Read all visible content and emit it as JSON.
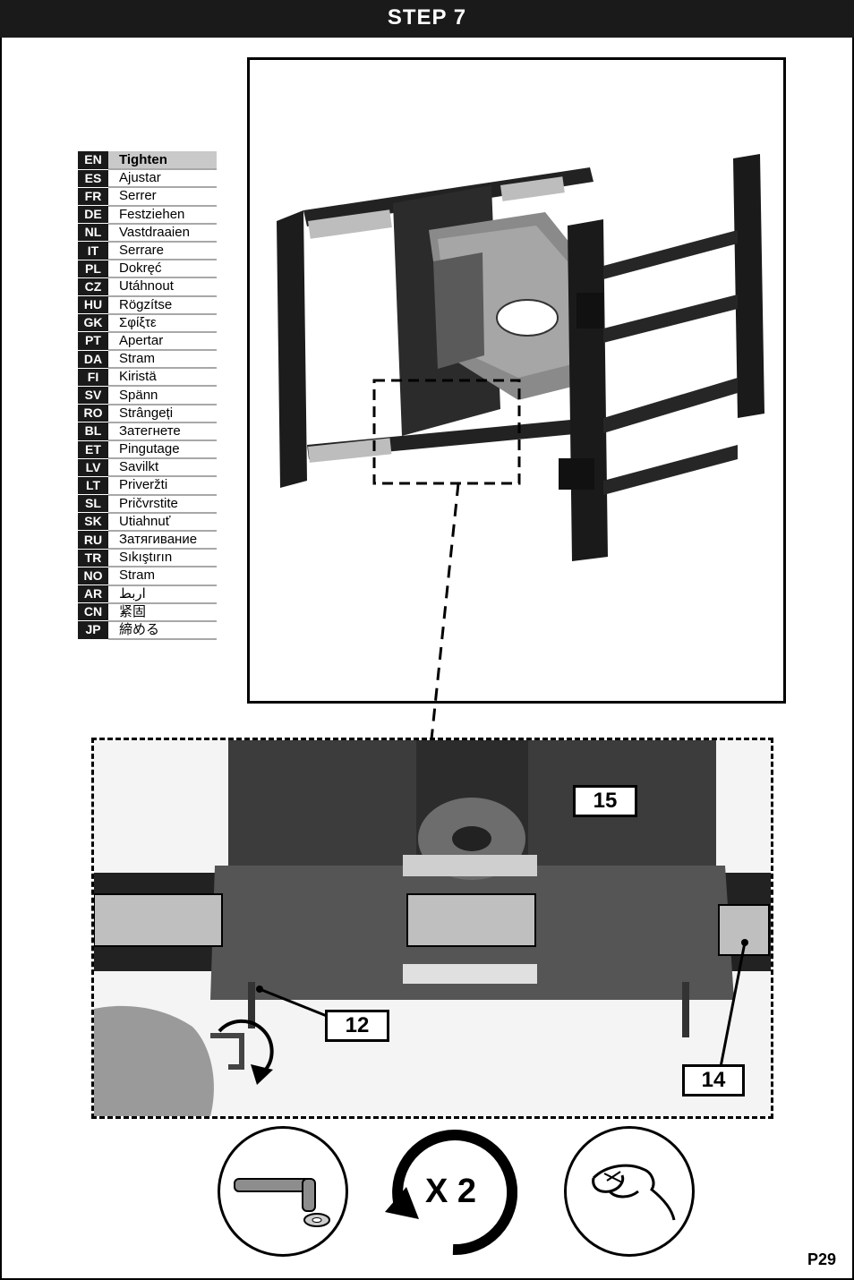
{
  "header": {
    "title": "STEP 7"
  },
  "languages": [
    {
      "code": "EN",
      "word": "Tighten"
    },
    {
      "code": "ES",
      "word": "Ajustar"
    },
    {
      "code": "FR",
      "word": "Serrer"
    },
    {
      "code": "DE",
      "word": "Festziehen"
    },
    {
      "code": "NL",
      "word": "Vastdraaien"
    },
    {
      "code": "IT",
      "word": "Serrare"
    },
    {
      "code": "PL",
      "word": "Dokręć"
    },
    {
      "code": "CZ",
      "word": "Utáhnout"
    },
    {
      "code": "HU",
      "word": "Rögzítse"
    },
    {
      "code": "GK",
      "word": "Σφίξτε"
    },
    {
      "code": "PT",
      "word": "Apertar"
    },
    {
      "code": "DA",
      "word": "Stram"
    },
    {
      "code": "FI",
      "word": "Kiristä"
    },
    {
      "code": "SV",
      "word": "Spänn"
    },
    {
      "code": "RO",
      "word": "Strângeți"
    },
    {
      "code": "BL",
      "word": "Затегнете"
    },
    {
      "code": "ET",
      "word": "Pingutage"
    },
    {
      "code": "LV",
      "word": "Savilkt"
    },
    {
      "code": "LT",
      "word": "Priveržti"
    },
    {
      "code": "SL",
      "word": "Pričvrstite"
    },
    {
      "code": "SK",
      "word": "Utiahnuť"
    },
    {
      "code": "RU",
      "word": "Затягивание"
    },
    {
      "code": "TR",
      "word": "Sıkıştırın"
    },
    {
      "code": "NO",
      "word": "Stram"
    },
    {
      "code": "AR",
      "word": "اربط"
    },
    {
      "code": "CN",
      "word": "紧固"
    },
    {
      "code": "JP",
      "word": "締める"
    }
  ],
  "callouts": {
    "part_15": "15",
    "part_12": "12",
    "part_14": "14"
  },
  "icons": {
    "tool": "allen-key-icon",
    "repeat": "repeat-arrow-icon",
    "repeat_label": "X 2",
    "hand": "hand-tighten-icon"
  },
  "footer": {
    "page_number": "P29"
  }
}
